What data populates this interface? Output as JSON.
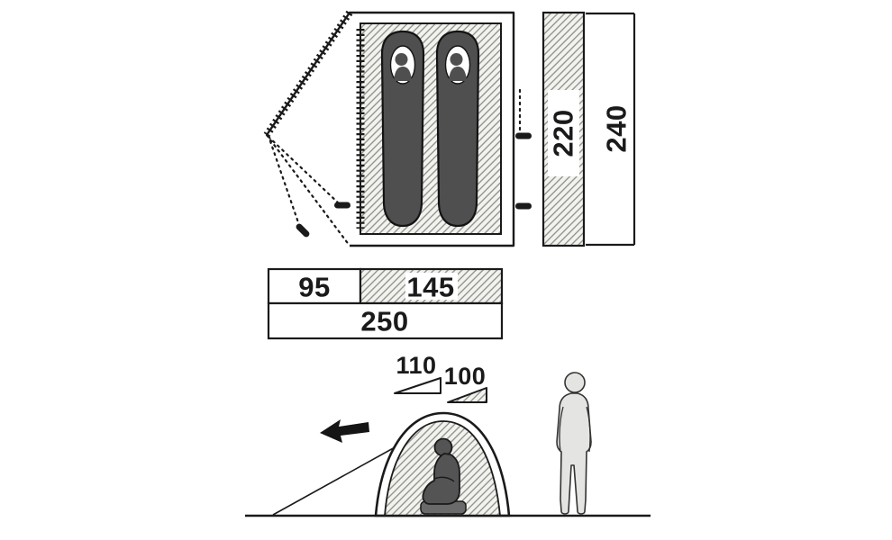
{
  "floor_plan": {
    "inner_width_label": "220",
    "outer_width_label": "240",
    "front_depth_label": "95",
    "inner_depth_label": "145",
    "total_depth_label": "250"
  },
  "side_view": {
    "outer_height_label": "110",
    "inner_height_label": "100"
  },
  "colors": {
    "line": "#1a1a1a",
    "hatch_line": "#8d8d88",
    "hatch_background": "#f2f2ef",
    "sleeping_bag": "#4f4f4f",
    "seated_figure": "#545454",
    "standing_figure": "#e4e4e2"
  }
}
